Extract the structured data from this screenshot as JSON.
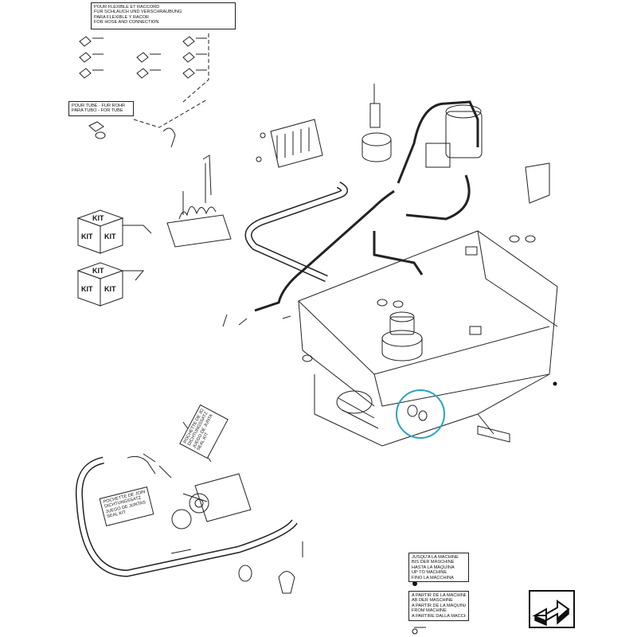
{
  "boxes": {
    "hose_connection": {
      "lines": [
        "POUR FLEXIBLE ET RACCORD",
        "FUR SCHLAUCH UND VERSCHRAUBUNG",
        "PARA FLEXIBLE Y RACOR",
        "FOR HOSE AND CONNECTION"
      ]
    },
    "tube": {
      "lines": [
        "POUR TUBE - FUR ROHR",
        "PARA TUBO - FOR TUBE"
      ]
    },
    "seal_kit_upper": {
      "lines": [
        "POCHETTE DE JOINTS",
        "DICHTUNGSSATZ",
        "JUEGO DE JUNTAS",
        "SEAL KIT"
      ]
    },
    "seal_kit_lower": {
      "lines": [
        "POCHETTE DE JOINTS",
        "DICHTUNGSSATZ",
        "JUEGO DE JUNTAS",
        "SEAL KIT"
      ]
    },
    "up_to_machine": {
      "lines": [
        "JUSQU'A LA MACHINE",
        "BIS DER MASCHINE",
        "HASTA LA MAQUINA",
        "UP TO MACHINE",
        "FINO LA MACCHINA"
      ]
    },
    "from_machine": {
      "lines": [
        "A PARTIR DE LA MACHINE",
        "AB DER MASCHINE",
        "A PARTIR DE LA MAQUINA",
        "FROM MACHINE",
        "A PARTIRE DALLA MACCHINA"
      ]
    }
  },
  "kits": [
    {
      "top": "KIT",
      "left": "KIT",
      "right": "KIT"
    },
    {
      "top": "KIT",
      "left": "KIT",
      "right": "KIT"
    }
  ],
  "icons": {
    "nav": "arrow-next-icon"
  },
  "colors": {
    "line": "#222222",
    "highlight": "#27a3c4"
  }
}
